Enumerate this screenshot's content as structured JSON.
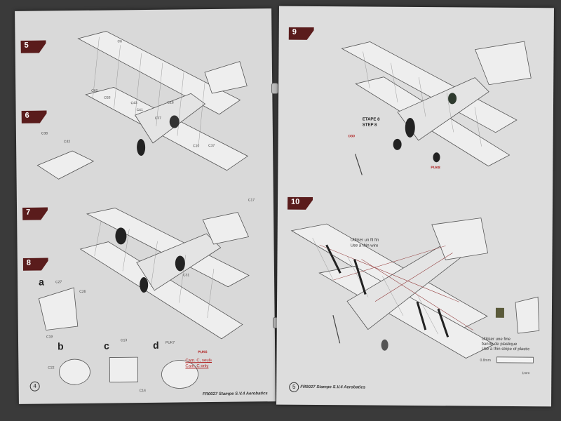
{
  "left_page": {
    "steps": [
      "5",
      "6",
      "7",
      "8"
    ],
    "callouts": {
      "step5": [
        "C6",
        "C62",
        "C63",
        "C43",
        "C41",
        "C37",
        "C18",
        "C10",
        "C37"
      ],
      "step6": [
        "C38",
        "C42"
      ],
      "step7": [
        "C17",
        "C31"
      ],
      "a": [
        "C27",
        "C26",
        "C19"
      ],
      "b": [
        "C22"
      ],
      "c": [
        "C13",
        "C14"
      ],
      "d": [
        "PUK7",
        "PUK6"
      ]
    },
    "sub_labels": [
      "a",
      "b",
      "c",
      "d"
    ],
    "note_line1": "Cam. C, seuls",
    "note_line2": "Cam. C only",
    "footer": "FR0027 Stampe S.V.4 Aerobatics",
    "page_number": "4"
  },
  "right_page": {
    "steps": [
      "9",
      "10"
    ],
    "etape_fr": "ETAPE 8",
    "etape_en": "STEP 8",
    "callouts": {
      "d30": "D30",
      "puk8": "PUK8"
    },
    "wire_fr": "Utiliser un fil fin",
    "wire_en": "Use a thin wire",
    "plastic_fr1": "Utiliser une fine",
    "plastic_fr2": "bande de plastique",
    "plastic_en": "Use a thin stripe of plastic",
    "dim1": "0.8mm",
    "dim2": "1mm",
    "footer": "FR0027 Stampe S.V.4 Aerobatics",
    "page_number": "5"
  },
  "colors": {
    "step_tag": "#5a1c1c",
    "wire": "#8a2a2a",
    "page": "#dcdcdc",
    "background": "#3a3a3a"
  }
}
